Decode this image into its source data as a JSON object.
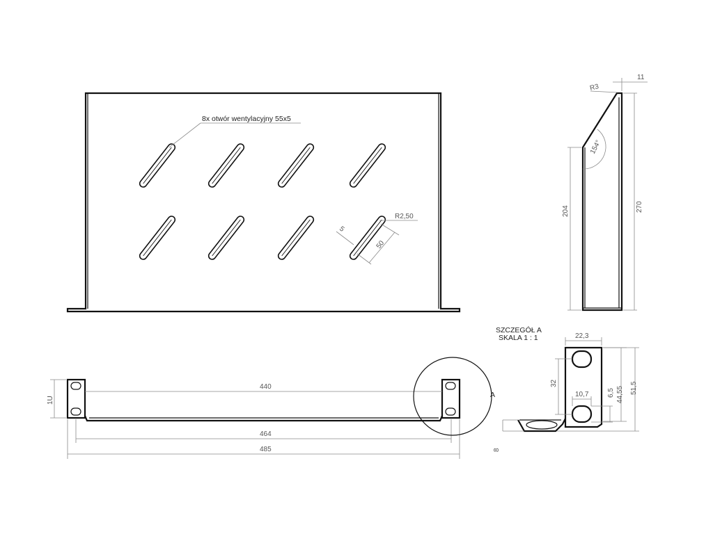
{
  "labels": {
    "vent_note": "8x otwór wentylacyjny 55x5",
    "radius_slot": "R2,50",
    "slot_length": "50",
    "slot_width": "5",
    "detail_marker": "A",
    "detail_title": "SZCZEGÓŁ A",
    "detail_scale": "SKALA 1 : 1"
  },
  "dimensions": {
    "front": {
      "inner_width": "440",
      "rail_width": "464",
      "overall_width": "485",
      "height_units": "1U"
    },
    "side": {
      "radius": "R3",
      "top": "11",
      "angle": "154°",
      "inner_depth": "204",
      "overall_depth": "270"
    },
    "detail": {
      "width": "22,3",
      "slot_pitch": "32",
      "slot_width": "10,7",
      "slot_height": "6,5",
      "height_inner": "44,55",
      "height_overall": "51,5",
      "base": "8"
    }
  }
}
